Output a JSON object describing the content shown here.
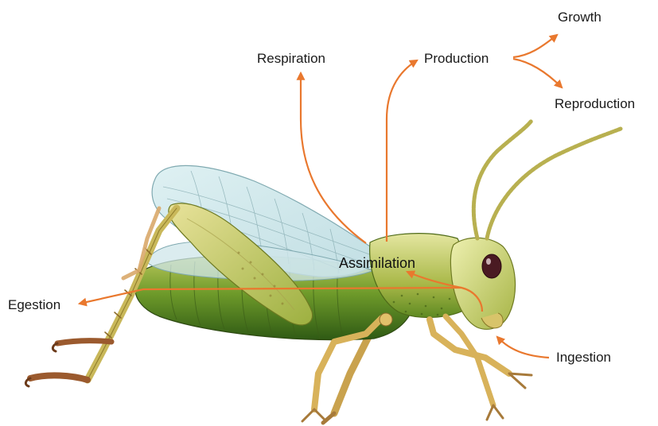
{
  "labels": {
    "growth": "Growth",
    "production": "Production",
    "respiration": "Respiration",
    "reproduction": "Reproduction",
    "assimilation": "Assimilation",
    "egestion": "Egestion",
    "ingestion": "Ingestion"
  },
  "colors": {
    "arrow": "#E9782E",
    "body_green": "#5E8A22",
    "body_yellow": "#C9CC5A",
    "leg_tan": "#D8B25A",
    "foot_brown": "#9B5A2E",
    "wing_blue": "#CFE6EA",
    "eye": "#4A1A22"
  },
  "icons": {
    "arrowheads": "triangle-arrowhead",
    "subject": "grasshopper-illustration"
  }
}
